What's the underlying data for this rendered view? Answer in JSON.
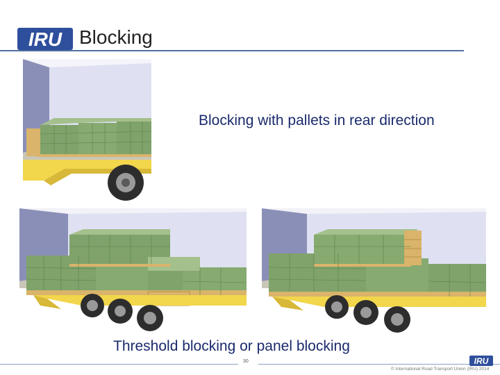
{
  "slide": {
    "title": "Blocking",
    "caption_top": "Blocking with pallets in rear direction",
    "caption_bottom": "Threshold blocking or panel blocking",
    "page_number": "30",
    "copyright": "© International Road Transport Union (IRU) 2014"
  },
  "logo": {
    "text": "IRU",
    "color": "#2e4f9c"
  },
  "colors": {
    "accent": "#4f6f9f",
    "caption": "#1a2a6c",
    "trailer_yellow": "#f2d64b",
    "cargo_green": "#7fa36a",
    "pallet_wood": "#d9b46a",
    "trailer_wall": "#cfd3ea"
  },
  "images": [
    {
      "name": "trailer-single-pallet-blocking"
    },
    {
      "name": "trailer-threshold-blocking"
    },
    {
      "name": "trailer-panel-blocking"
    }
  ]
}
